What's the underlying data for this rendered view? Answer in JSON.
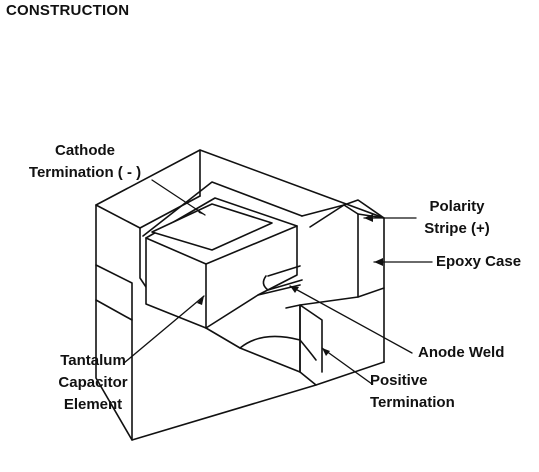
{
  "heading": "CONSTRUCTION",
  "labels": {
    "cathode": [
      "Cathode",
      "Termination ( - )"
    ],
    "polarity": [
      "Polarity",
      "Stripe (+)"
    ],
    "epoxy": "Epoxy Case",
    "anode": "Anode Weld",
    "positive": [
      "Positive",
      "Termination"
    ],
    "tantalum": [
      "Tantalum",
      "Capacitor",
      "Element"
    ]
  }
}
